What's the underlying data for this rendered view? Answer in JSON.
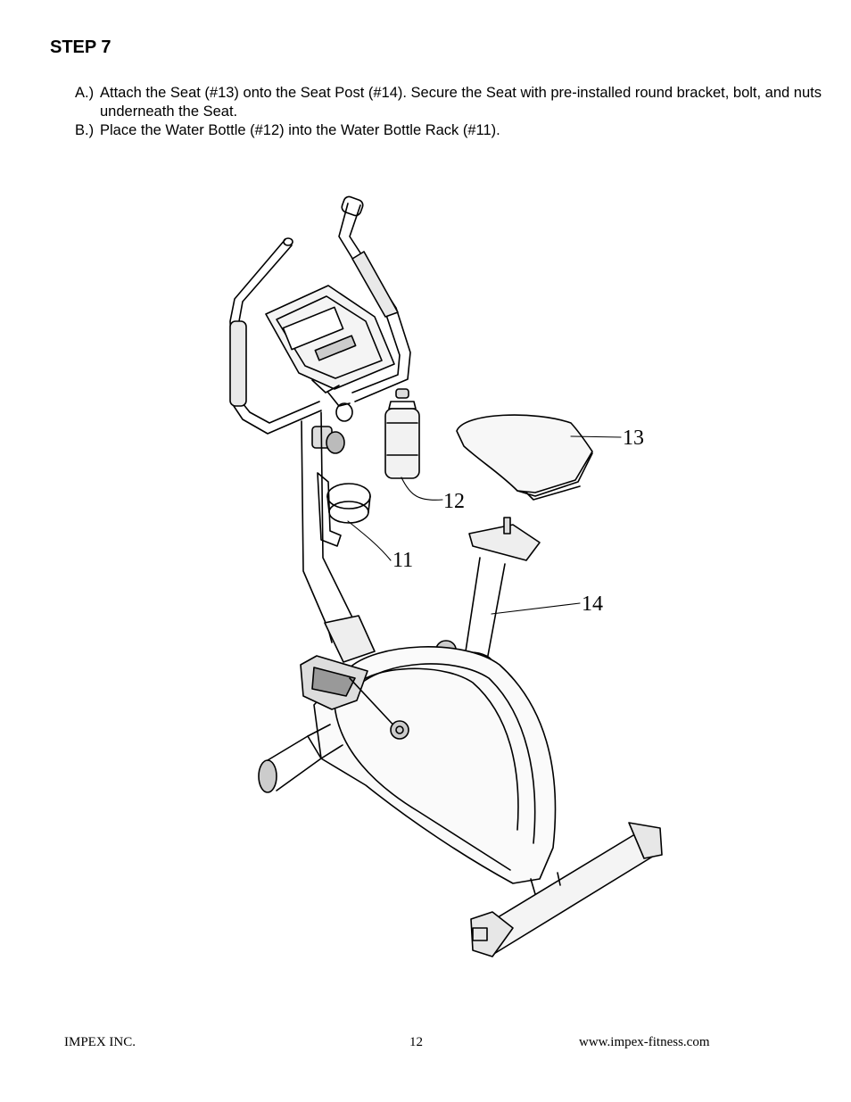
{
  "header": {
    "title": "STEP 7"
  },
  "instructions": [
    {
      "letter": "A.)",
      "text": "Attach the Seat (#13) onto the Seat Post (#14). Secure the Seat with pre-installed round bracket, bolt, and nuts underneath the Seat."
    },
    {
      "letter": "B.)",
      "text": "Place the Water Bottle (#12) into the Water Bottle Rack (#11)."
    }
  ],
  "callouts": {
    "seat": "13",
    "water_bottle": "12",
    "water_bottle_rack": "11",
    "seat_post": "14"
  },
  "footer": {
    "company": "IMPEX INC.",
    "page_number": "12",
    "website": "www.impex-fitness.com"
  }
}
